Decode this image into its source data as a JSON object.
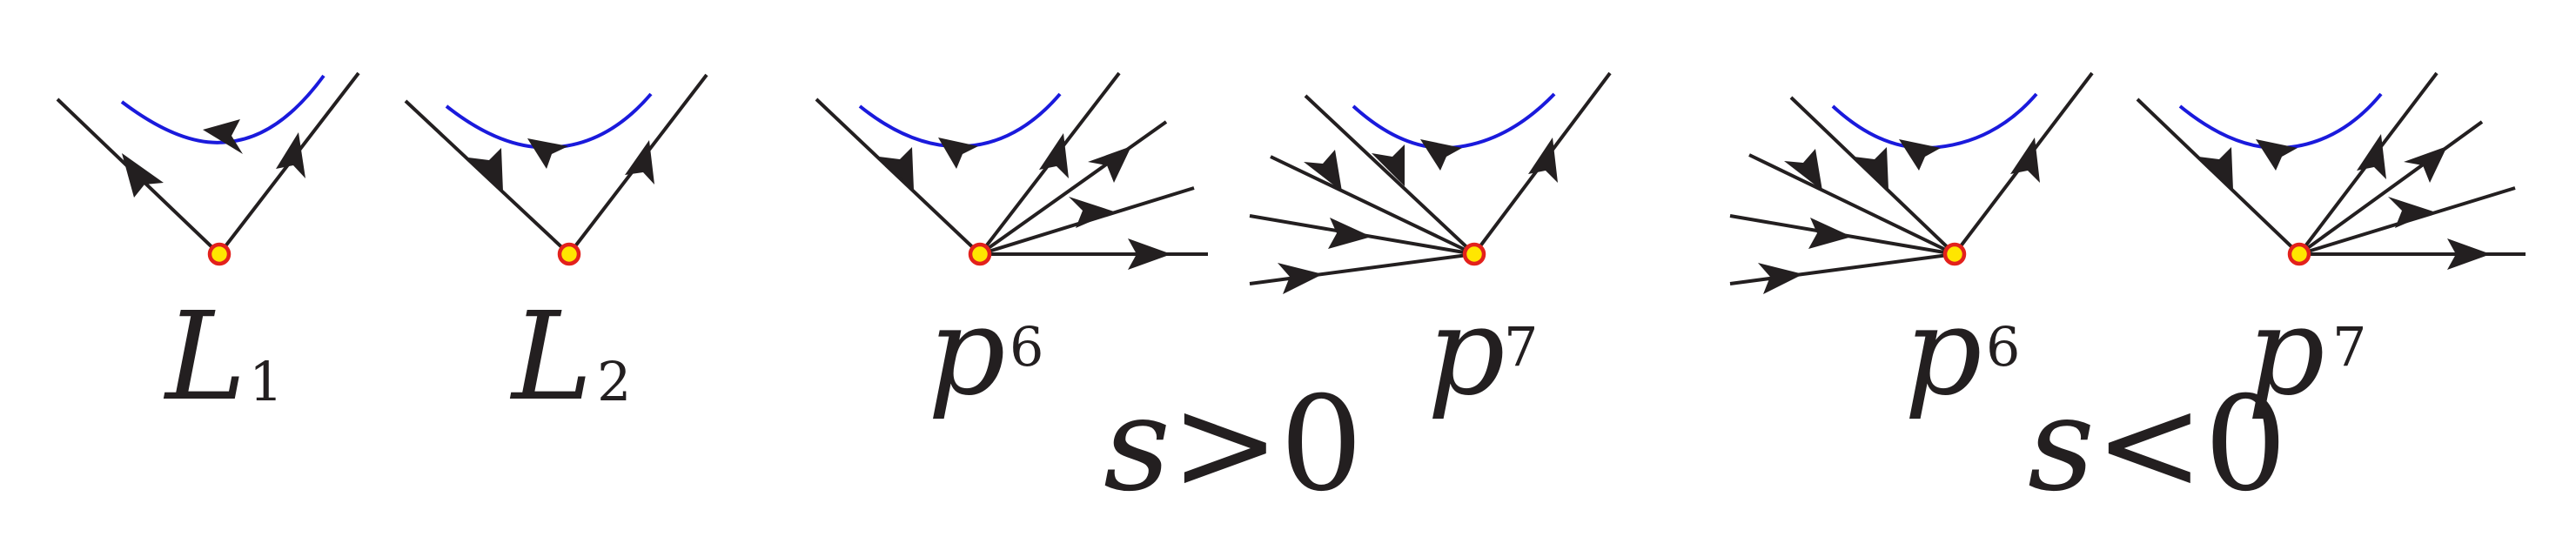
{
  "colors": {
    "orbit": "#231f20",
    "periodic_orbit": "#1a1adc",
    "equilibrium_fill": "#ffe600",
    "equilibrium_stroke": "#e3211c"
  },
  "panels": [
    {
      "id": "L1",
      "label": "L",
      "subscript": "1"
    },
    {
      "id": "L2",
      "label": "L",
      "subscript": "2"
    },
    {
      "id": "p6-pos",
      "label": "p",
      "subscript": "6"
    },
    {
      "id": "p7-pos",
      "label": "p",
      "subscript": "7"
    },
    {
      "id": "p6-neg",
      "label": "p",
      "subscript": "6"
    },
    {
      "id": "p7-neg",
      "label": "p",
      "subscript": "7"
    }
  ],
  "conditions": [
    {
      "id": "s-pos",
      "var": "s",
      "rel": ">0"
    },
    {
      "id": "s-neg",
      "var": "s",
      "rel": "<0"
    }
  ]
}
